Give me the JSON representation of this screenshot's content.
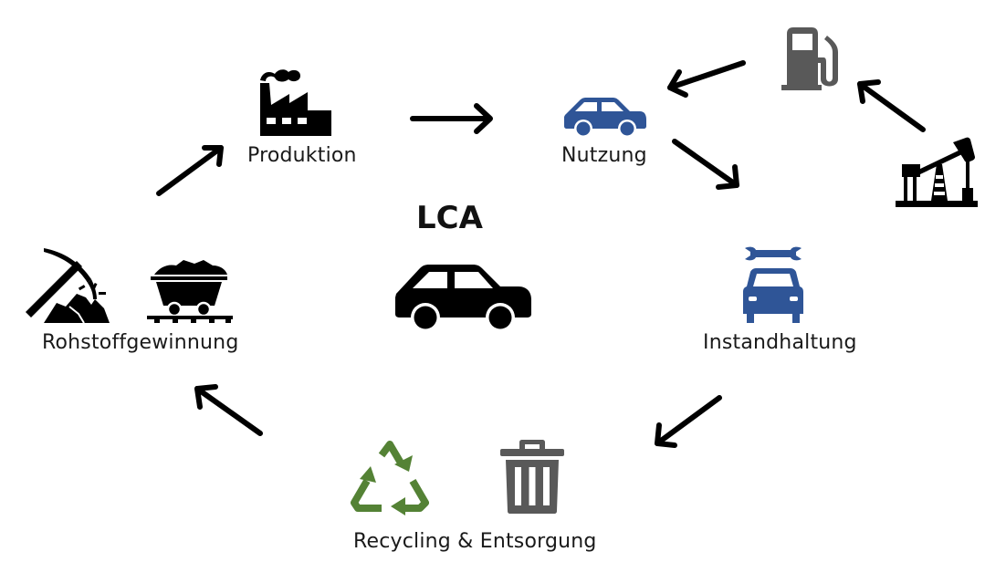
{
  "diagram": {
    "title": "LCA",
    "colors": {
      "black": "#000000",
      "blue": "#2f5597",
      "gray": "#595959",
      "green": "#548235"
    },
    "stages": [
      {
        "id": "produktion",
        "label": "Produktion",
        "icons": [
          "factory-icon"
        ]
      },
      {
        "id": "nutzung",
        "label": "Nutzung",
        "icons": [
          "car-icon"
        ]
      },
      {
        "id": "instandhaltung",
        "label": "Instandhaltung",
        "icons": [
          "wrench-icon",
          "car-front-icon"
        ]
      },
      {
        "id": "recycling",
        "label": "Recycling & Entsorgung",
        "icons": [
          "recycle-icon",
          "trash-icon"
        ]
      },
      {
        "id": "rohstoff",
        "label": "Rohstoffgewinnung",
        "icons": [
          "pickaxe-icon",
          "mine-cart-icon"
        ]
      }
    ],
    "side_branch": {
      "icons": [
        "oil-pump-icon",
        "fuel-pump-icon"
      ],
      "flow": [
        "oil-pump",
        "fuel-pump",
        "nutzung"
      ]
    },
    "arrows": [
      {
        "from": "rohstoff",
        "to": "produktion"
      },
      {
        "from": "produktion",
        "to": "nutzung"
      },
      {
        "from": "nutzung",
        "to": "instandhaltung"
      },
      {
        "from": "instandhaltung",
        "to": "recycling"
      },
      {
        "from": "recycling",
        "to": "rohstoff"
      },
      {
        "from": "oil-pump",
        "to": "fuel-pump"
      },
      {
        "from": "fuel-pump",
        "to": "nutzung"
      }
    ]
  }
}
